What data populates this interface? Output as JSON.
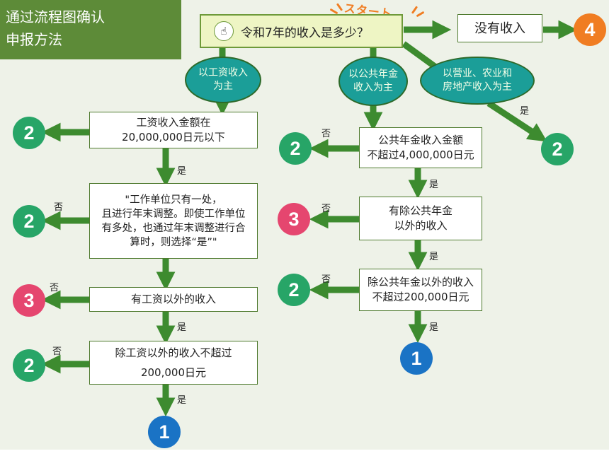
{
  "title": "通过流程图确认\n申报方法",
  "question": "令和7年的收入是多少？",
  "start_label": "スタート",
  "no_income": "没有收入",
  "yes": "是",
  "no": "否",
  "branches": {
    "salary": "以工资收入\n为主",
    "pension": "以公共年金\n收入为主",
    "business": "以营业、农业和\n房地产收入为主"
  },
  "salary_steps": {
    "s1": "工资收入金额在\n20,000,000日元以下",
    "s2": "\"工作单位只有一处，\n且进行年末调整。即使工作单位\n有多处，也通过年末调整进行合\n算时，则选择“是”\"",
    "s3": "有工资以外的收入",
    "s4": "除工资以外的收入不超过\n200,000日元"
  },
  "pension_steps": {
    "p1": "公共年金收入金额\n不超过4,000,000日元",
    "p2": "有除公共年金\n以外的收入",
    "p3": "除公共年金以外的收入\n不超过200,000日元"
  },
  "results": {
    "r1": "1",
    "r2": "2",
    "r3": "3",
    "r4": "4"
  },
  "colors": {
    "arrow": "#3d8b2f",
    "result_green": "#27a567",
    "result_pink": "#e5466f",
    "result_blue": "#1a73c5",
    "result_orange": "#f07d22",
    "bubble": "#1b9e98",
    "title_bg": "#5d8b38"
  }
}
